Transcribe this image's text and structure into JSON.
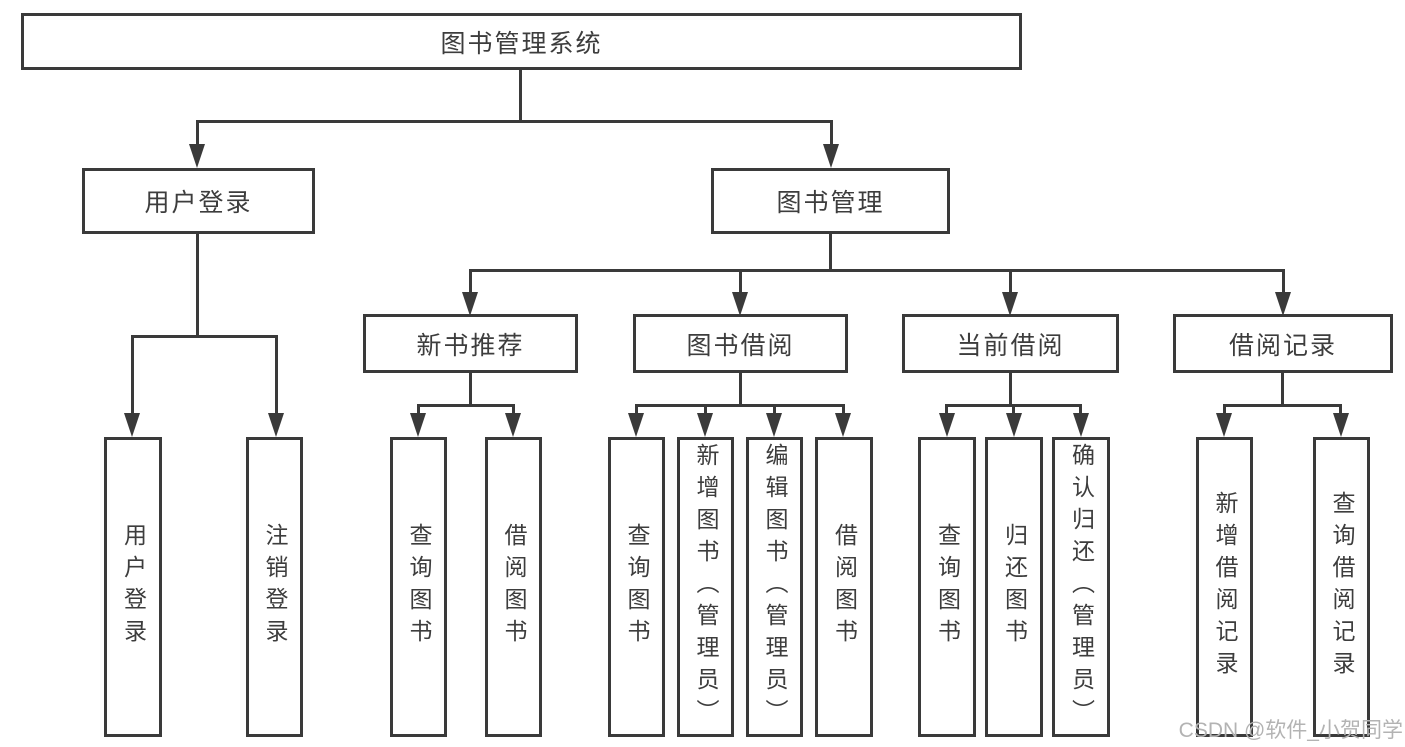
{
  "diagram": {
    "root": {
      "label": "图书管理系统"
    },
    "level2": {
      "user_login": {
        "label": "用户登录"
      },
      "book_management": {
        "label": "图书管理"
      }
    },
    "level3": {
      "new_book_recommend": {
        "label": "新书推荐"
      },
      "book_borrowing": {
        "label": "图书借阅"
      },
      "current_borrowing": {
        "label": "当前借阅"
      },
      "borrowing_records": {
        "label": "借阅记录"
      }
    },
    "leaves": {
      "login": {
        "label": "用户登录"
      },
      "logout": {
        "label": "注销登录"
      },
      "nbr_query_books": {
        "label": "查询图书"
      },
      "nbr_borrow_books": {
        "label": "借阅图书"
      },
      "bb_query_books": {
        "label": "查询图书"
      },
      "bb_add_books": {
        "label": "新增图书（管理员）"
      },
      "bb_edit_books": {
        "label": "编辑图书（管理员）"
      },
      "bb_borrow_books": {
        "label": "借阅图书"
      },
      "cb_query_books": {
        "label": "查询图书"
      },
      "cb_return_books": {
        "label": "归还图书"
      },
      "cb_confirm_return": {
        "label": "确认归还（管理员）"
      },
      "br_add_record": {
        "label": "新增借阅记录"
      },
      "br_query_record": {
        "label": "查询借阅记录"
      }
    }
  },
  "watermark": {
    "text": "CSDN @软件_小贺同学"
  },
  "colors": {
    "line": "#3a3a3a",
    "text": "#3d3d3d",
    "watermark": "#b3b3b3",
    "background": "#ffffff"
  }
}
